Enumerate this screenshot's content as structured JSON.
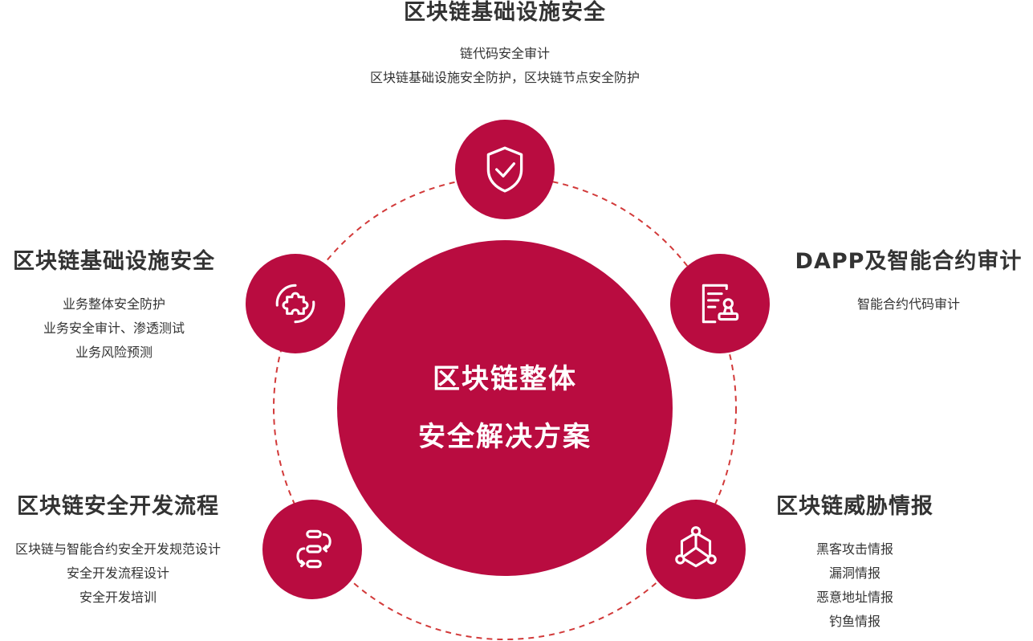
{
  "center": {
    "line1": "区块链整体",
    "line2": "安全解决方案"
  },
  "nodes": {
    "top": {
      "title": "区块链基础设施安全",
      "icon": "shield-check-icon",
      "lines": [
        "链代码安全审计",
        "区块链基础设施安全防护，区块链节点安全防护"
      ]
    },
    "left": {
      "title": "区块链基础设施安全",
      "icon": "puzzle-piece-icon",
      "lines": [
        "业务整体安全防护",
        "业务安全审计、渗透测试",
        "业务风险预测"
      ]
    },
    "right": {
      "title": "DAPP及智能合约审计",
      "icon": "document-stamp-icon",
      "lines": [
        "智能合约代码审计"
      ]
    },
    "bottom_left": {
      "title": "区块链安全开发流程",
      "icon": "process-flow-icon",
      "lines": [
        "区块链与智能合约安全开发规范设计",
        "安全开发流程设计",
        "安全开发培训"
      ]
    },
    "bottom_right": {
      "title": "区块链威胁情报",
      "icon": "network-hexagon-icon",
      "lines": [
        "黑客攻击情报",
        "漏洞情报",
        "恶意地址情报",
        "钓鱼情报"
      ]
    }
  },
  "colors": {
    "accent": "#b90c40",
    "ring": "#d23a3a",
    "text": "#333333"
  }
}
